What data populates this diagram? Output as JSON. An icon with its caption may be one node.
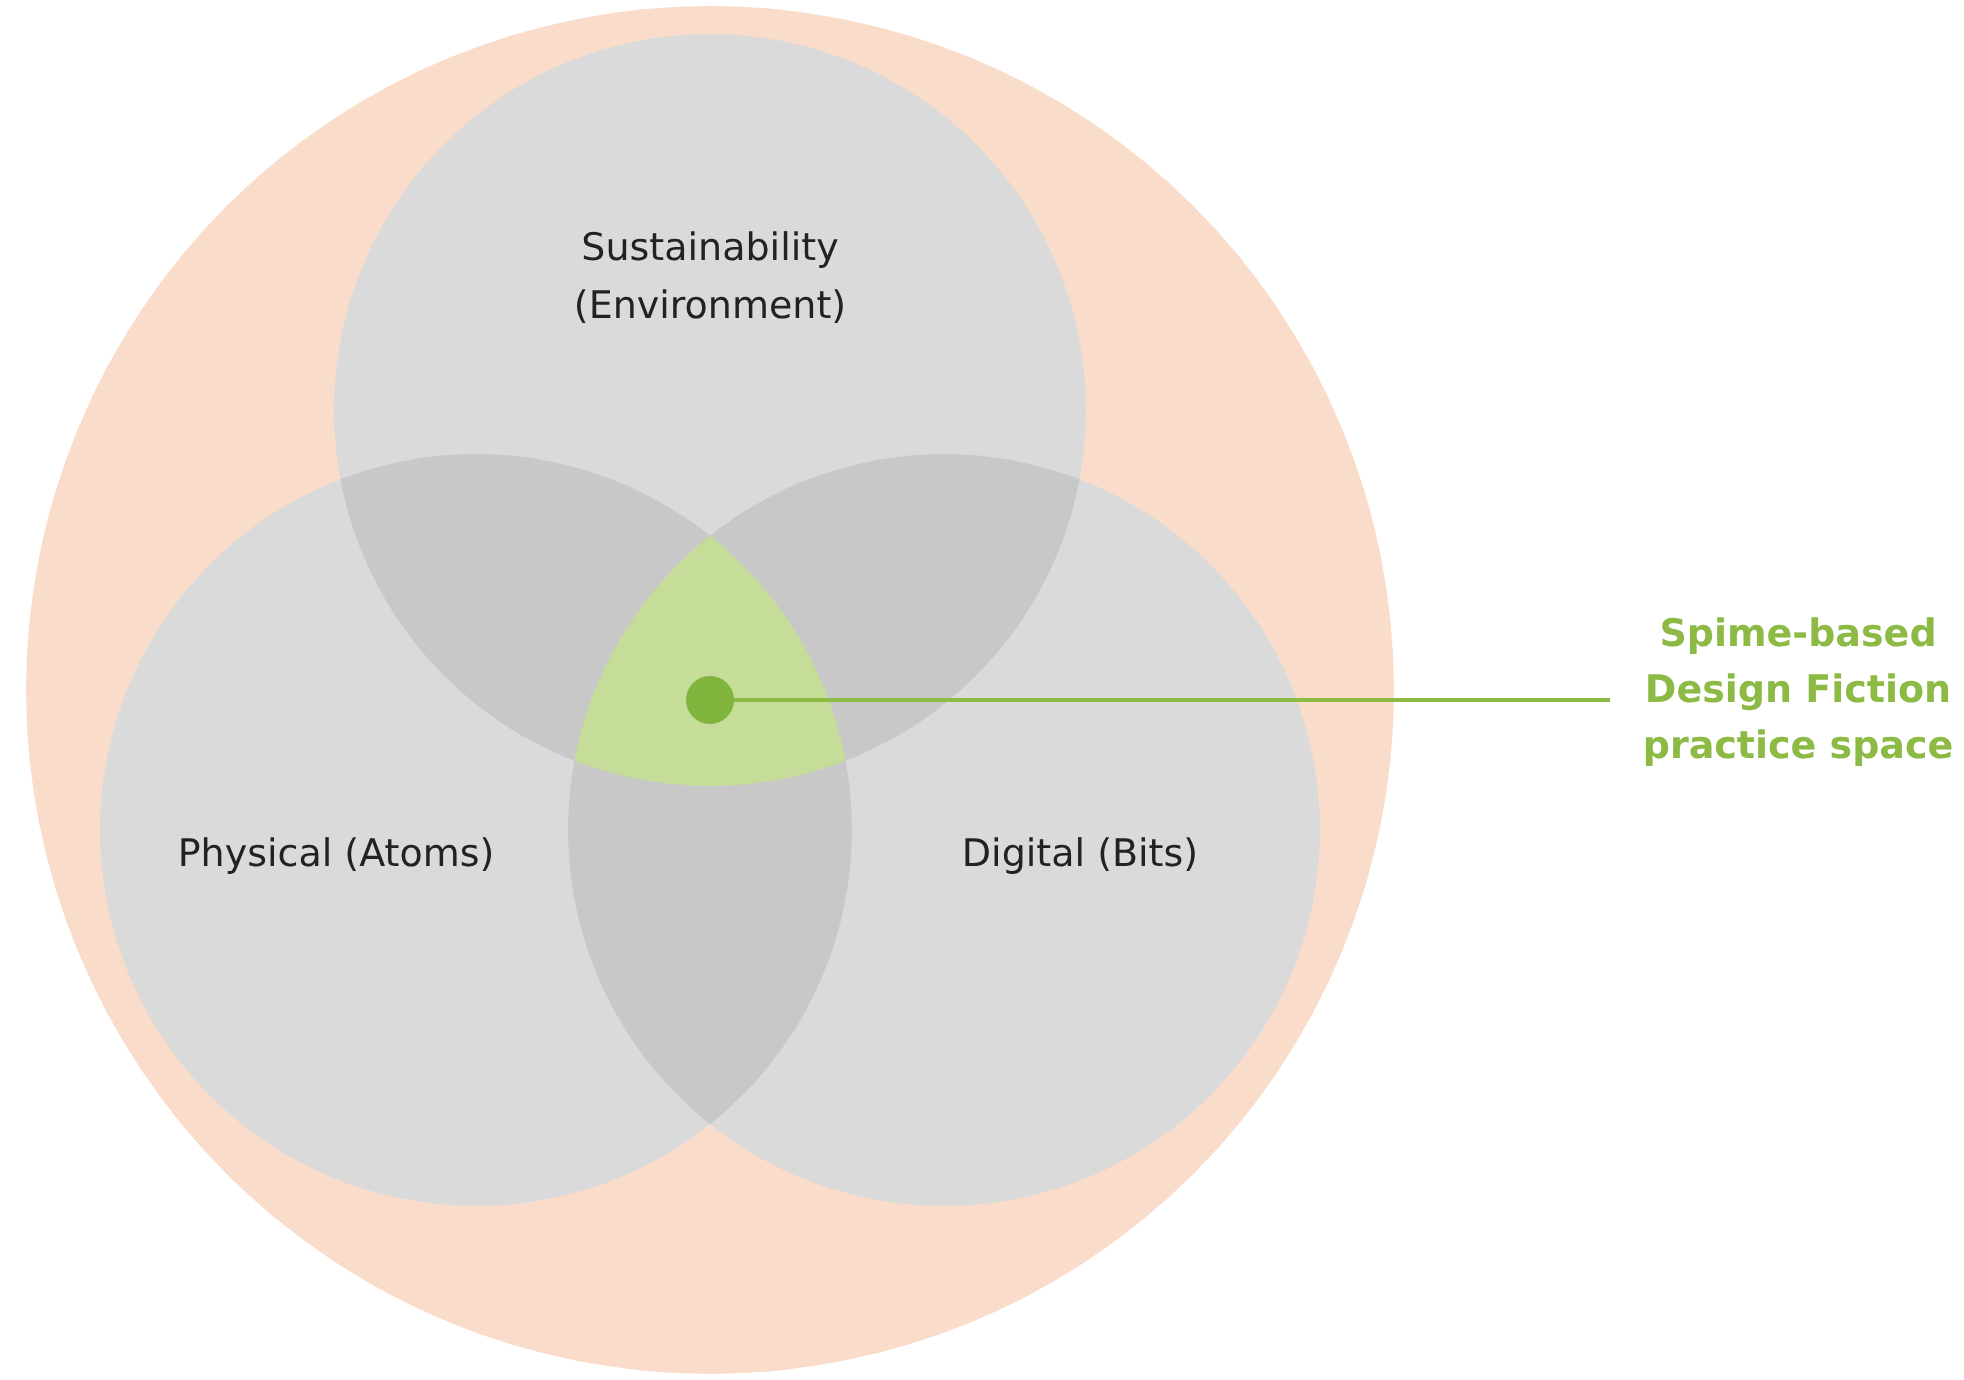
{
  "diagram": {
    "nodes": [
      {
        "text": [],
        "shape": "circle"
      },
      {
        "text": [
          "Sustainability (Environment)"
        ],
        "in": 0
      },
      {
        "text": [
          "Physical (Atoms)"
        ],
        "in": 0
      },
      {
        "text": [
          "Digital (Bits)"
        ],
        "in": 0
      },
      {
        "text": [],
        "shape": "circle"
      },
      {
        "text": [
          "Spime-based Design Fiction practice space"
        ]
      }
    ],
    "edges": [
      {
        "from": 5,
        "to": 4,
        "arrow": "none"
      }
    ]
  }
}
